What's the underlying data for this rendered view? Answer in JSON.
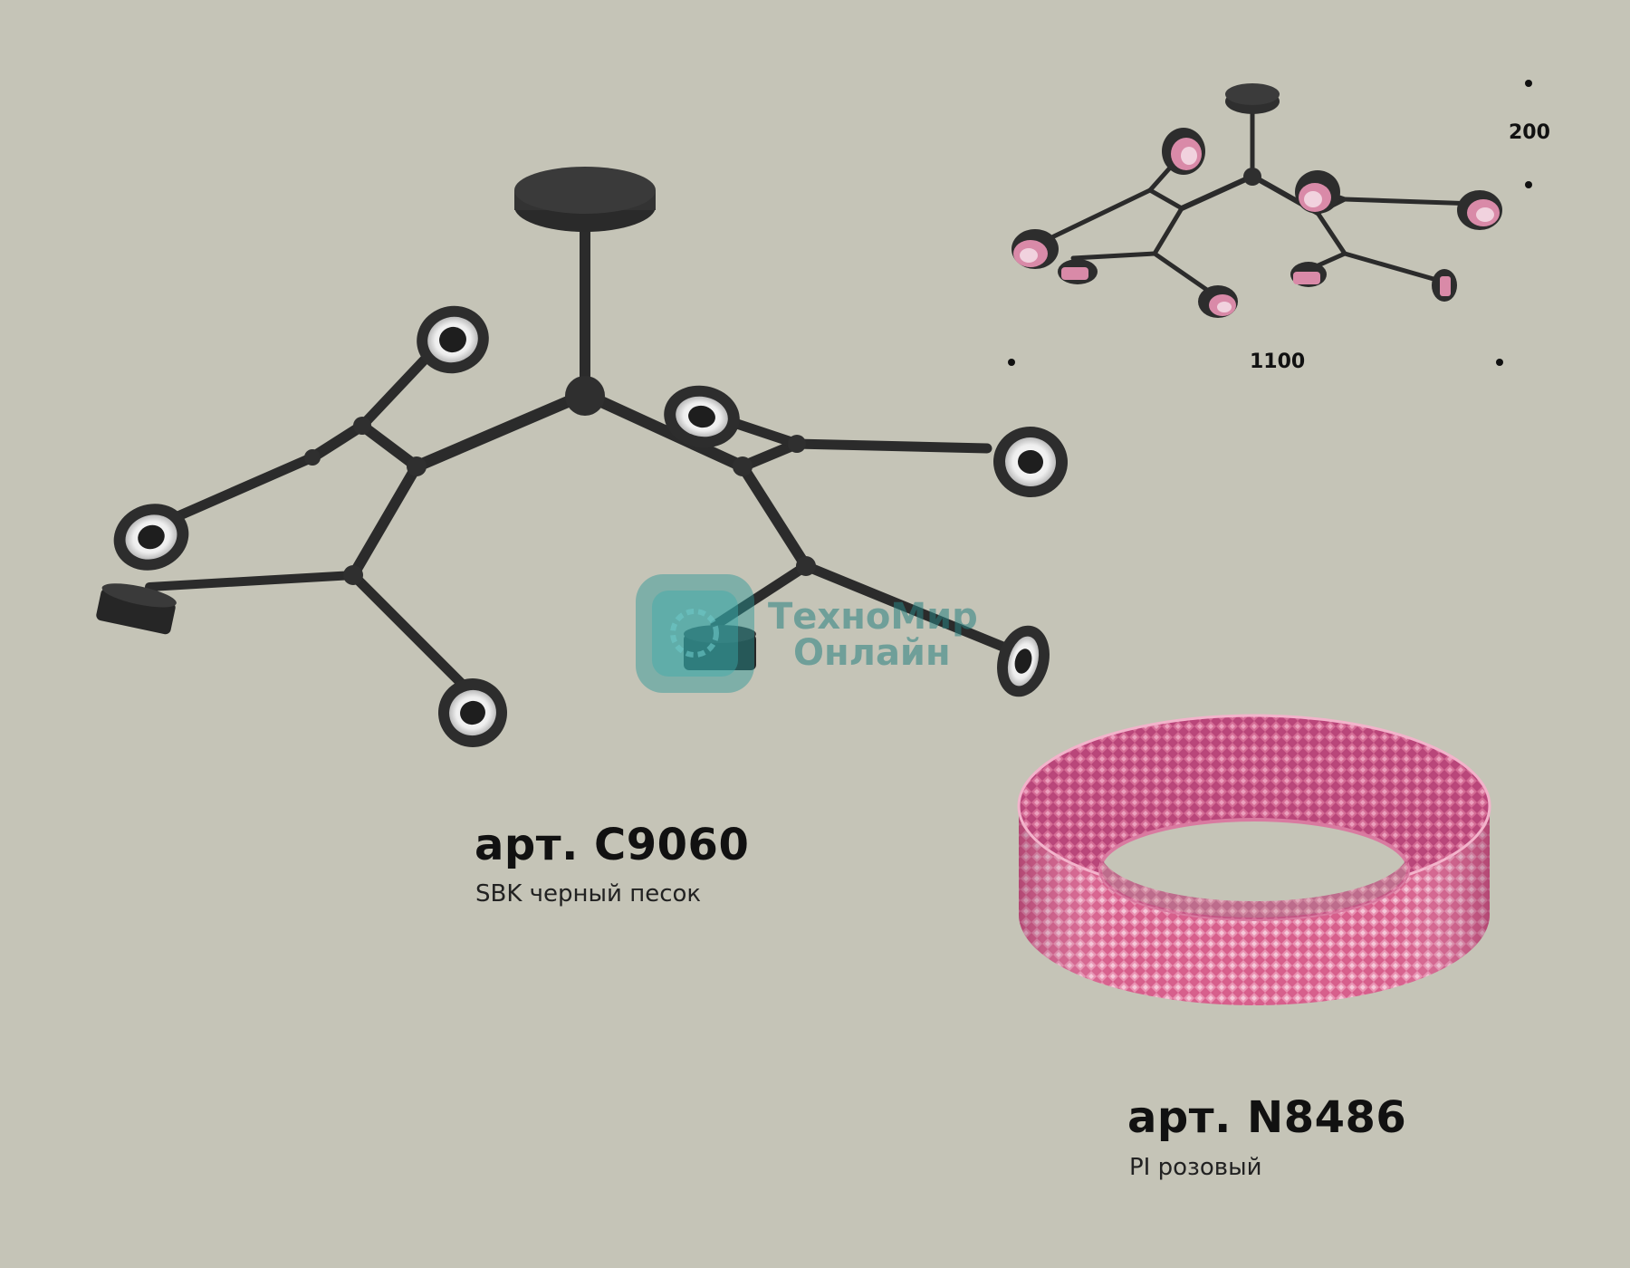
{
  "main_product": {
    "article": "арт. C9060",
    "finish": "SBK черный песок"
  },
  "accessory": {
    "article": "арт. N8486",
    "finish": "PI розовый"
  },
  "dimensions": {
    "height": "200",
    "width": "1100"
  },
  "watermark": {
    "line1": "ТехноМир",
    "line2": "Онлайн"
  },
  "colors": {
    "background": "#c5c4b7",
    "metal": "#2b2b2b",
    "crystal": "#d9628d"
  }
}
